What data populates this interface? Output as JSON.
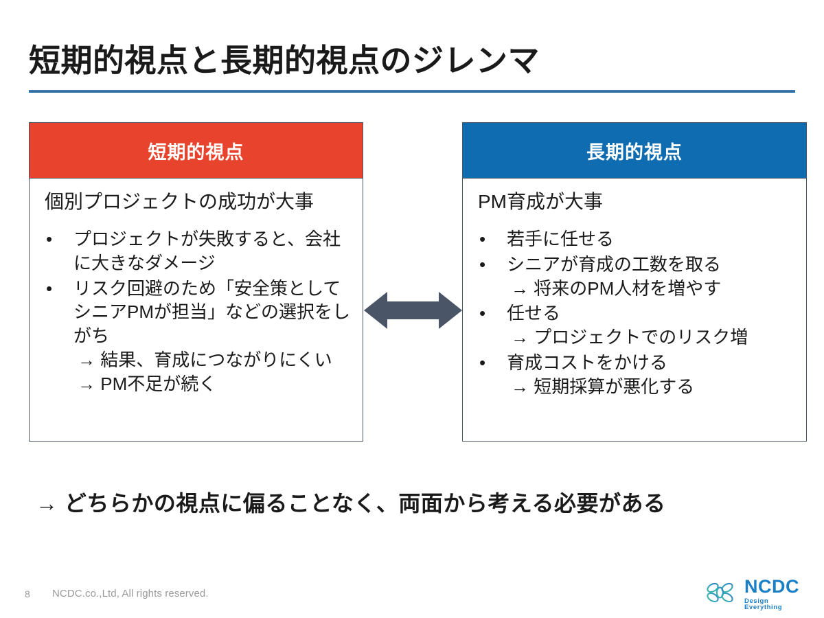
{
  "slide": {
    "title": "短期的視点と長期的視点のジレンマ",
    "conclusion": "→ どちらかの視点に偏ることなく、両面から考える必要がある"
  },
  "colors": {
    "short_term_header": "#E8432C",
    "long_term_header": "#0F6CB0",
    "title_rule": "#2E6DA4",
    "card_border": "#4A5160",
    "arrow": "#4A5568",
    "logo_blue": "#1B7FC4",
    "logo_teal": "#3FB5A6",
    "footer_text": "#9A9A9A"
  },
  "cards": {
    "short_term": {
      "header": "短期的視点",
      "lead": "個別プロジェクトの成功が大事",
      "bullets": [
        {
          "marker": "•",
          "text": "プロジェクトが失敗すると、会社に大きなダメージ",
          "sub": []
        },
        {
          "marker": "•",
          "text": "リスク回避のため「安全策としてシニアPMが担当」などの選択をしがち",
          "sub": [
            "→ 結果、育成につながりにくい",
            "→ PM不足が続く"
          ]
        }
      ]
    },
    "long_term": {
      "header": "長期的視点",
      "lead": "PM育成が大事",
      "bullets": [
        {
          "marker": "•",
          "text": "若手に任せる",
          "sub": []
        },
        {
          "marker": "•",
          "text": "シニアが育成の工数を取る",
          "sub": [
            "→ 将来のPM人材を増やす"
          ]
        },
        {
          "marker": "•",
          "text": "任せる",
          "sub": [
            "→ プロジェクトでのリスク増"
          ]
        },
        {
          "marker": "•",
          "text": "育成コストをかける",
          "sub": [
            "→ 短期採算が悪化する"
          ]
        }
      ]
    }
  },
  "center": {
    "icon": "double-headed-arrow-icon"
  },
  "footer": {
    "page_number": "8",
    "copyright": "NCDC.co.,Ltd, All rights reserved."
  },
  "logo": {
    "name": "NCDC",
    "tagline": "Design Everything",
    "mark": "ncdc-flower-mark-icon"
  }
}
